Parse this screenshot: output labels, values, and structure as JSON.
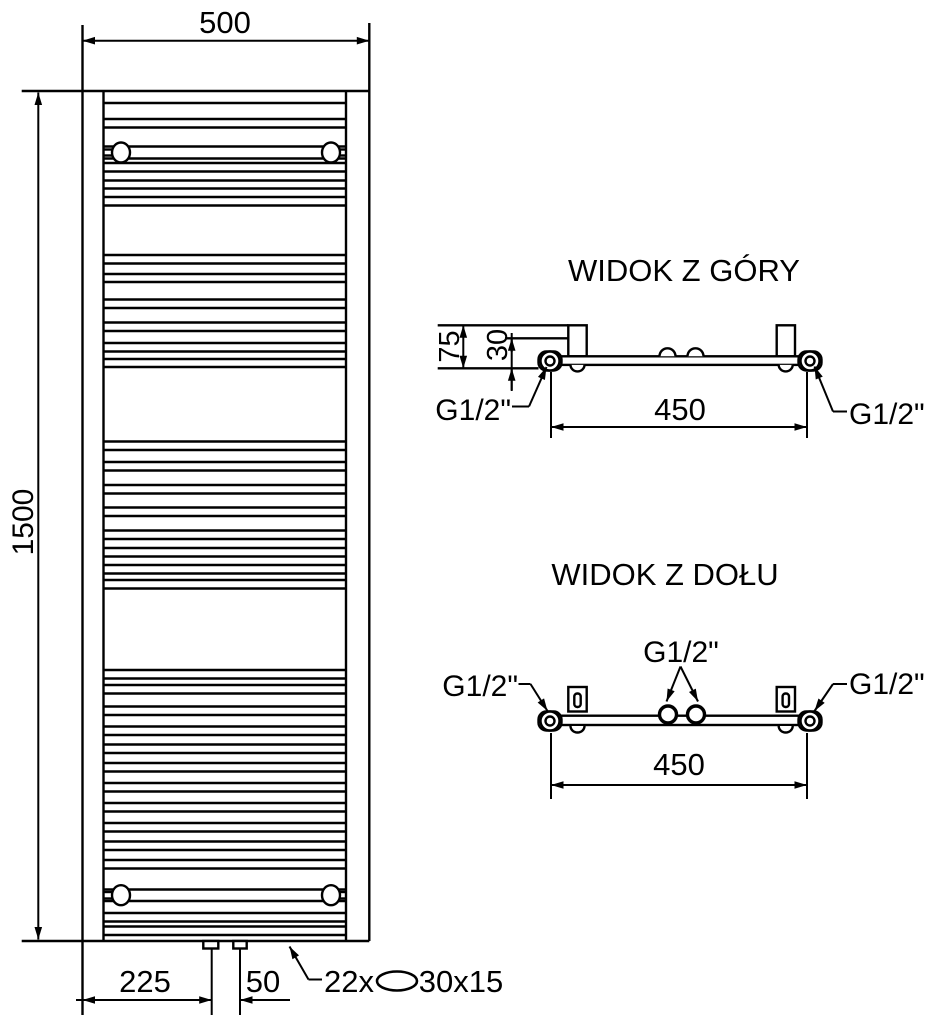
{
  "front_view": {
    "width_label": "500",
    "height_label": "1500",
    "bottom_offset_label": "225",
    "pipe_spacing_label": "50",
    "rung_count_label": "22x",
    "rung_profile_label": "30x15"
  },
  "top_view": {
    "title": "WIDOK Z GÓRY",
    "depth_label": "75",
    "offset_label": "30",
    "connection_spacing_label": "450",
    "left_connection_label": "G1/2\"",
    "right_connection_label": "G1/2\""
  },
  "bottom_view": {
    "title": "WIDOK Z DOŁU",
    "center_connection_label": "G1/2\"",
    "left_connection_label": "G1/2\"",
    "right_connection_label": "G1/2\"",
    "connection_spacing_label": "450"
  },
  "colors": {
    "line": "#000000",
    "background": "#ffffff"
  }
}
